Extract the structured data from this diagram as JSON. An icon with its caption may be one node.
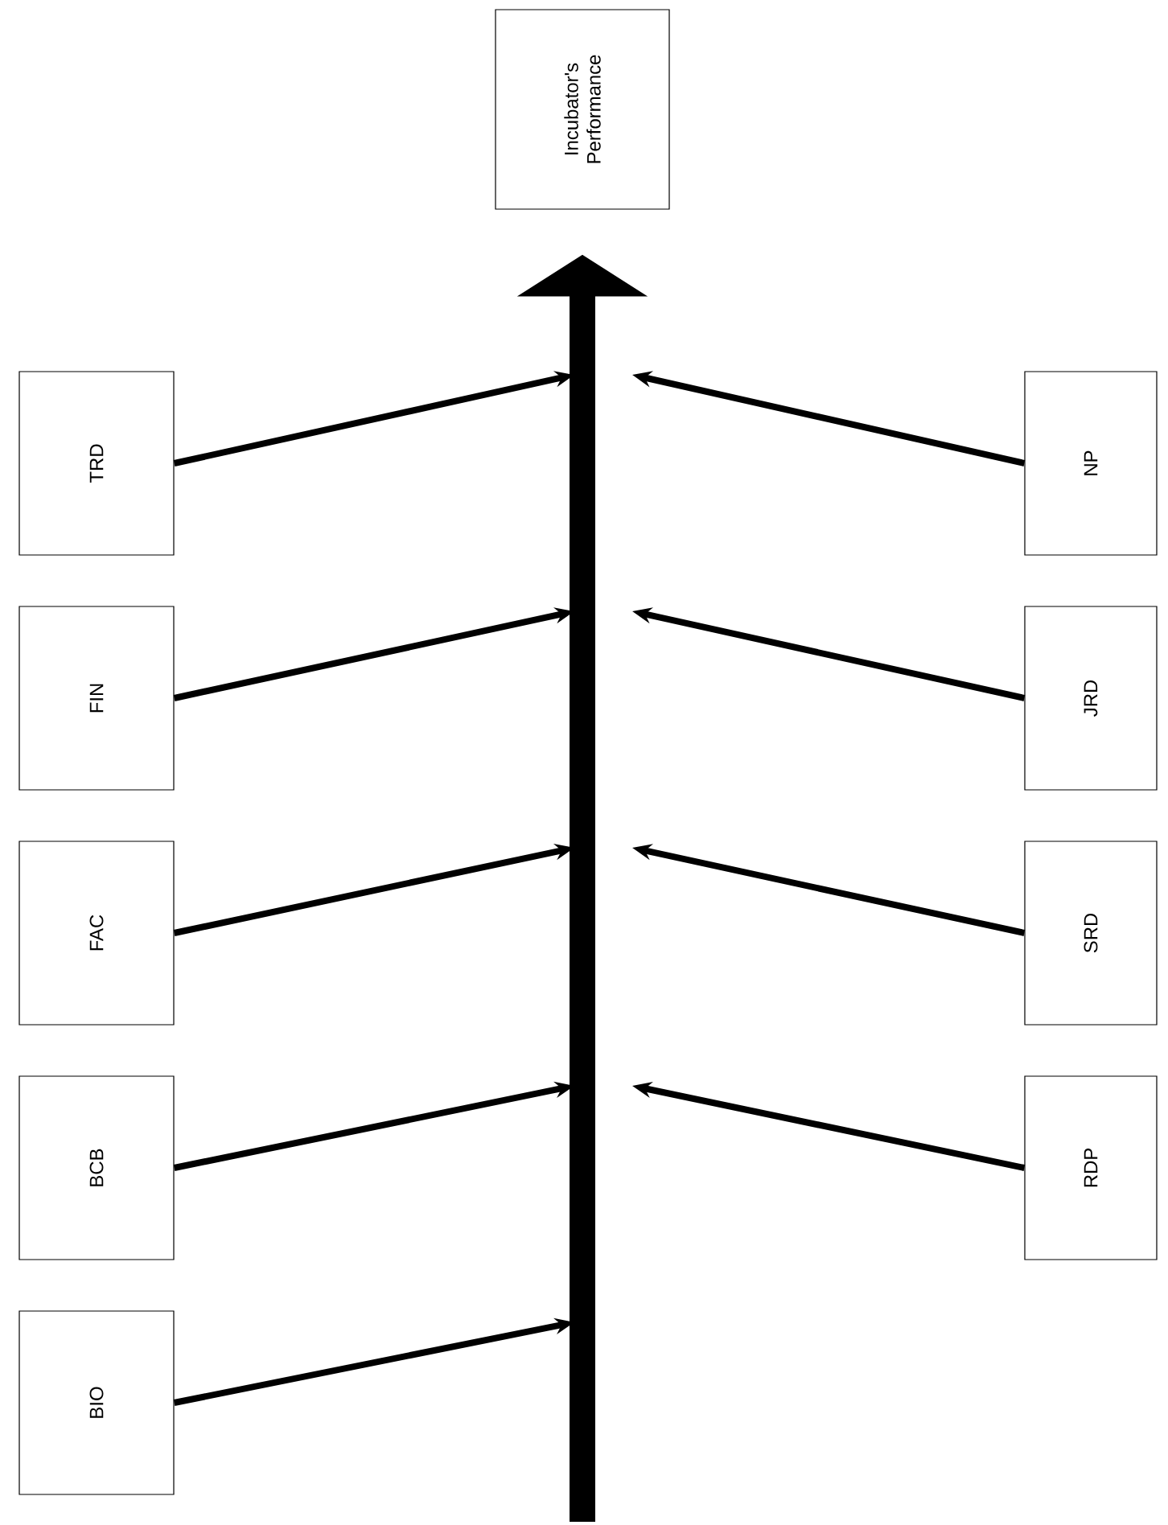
{
  "diagram": {
    "nodes": [
      {
        "text": [
          "Incubator's Performance"
        ]
      },
      {
        "text": [
          "TRD"
        ]
      },
      {
        "text": [
          "NP"
        ]
      },
      {
        "text": [
          "FIN"
        ]
      },
      {
        "text": [
          "JRD"
        ]
      },
      {
        "text": [
          "FAC"
        ]
      },
      {
        "text": [
          "SRD"
        ]
      },
      {
        "text": [
          "BCB"
        ]
      },
      {
        "text": [
          "RDP"
        ]
      },
      {
        "text": [
          "BIO"
        ]
      }
    ],
    "edges": [
      {
        "from": null,
        "to": 0,
        "arrow": "to",
        "style": "thick"
      },
      {
        "from": 1,
        "to": null,
        "arrow": "to"
      },
      {
        "from": 2,
        "to": null,
        "arrow": "to"
      },
      {
        "from": 3,
        "to": null,
        "arrow": "to"
      },
      {
        "from": 4,
        "to": null,
        "arrow": "to"
      },
      {
        "from": 5,
        "to": null,
        "arrow": "to"
      },
      {
        "from": 6,
        "to": null,
        "arrow": "to"
      },
      {
        "from": 7,
        "to": null,
        "arrow": "to"
      },
      {
        "from": 8,
        "to": null,
        "arrow": "to"
      },
      {
        "from": 9,
        "to": null,
        "arrow": "to"
      }
    ]
  }
}
